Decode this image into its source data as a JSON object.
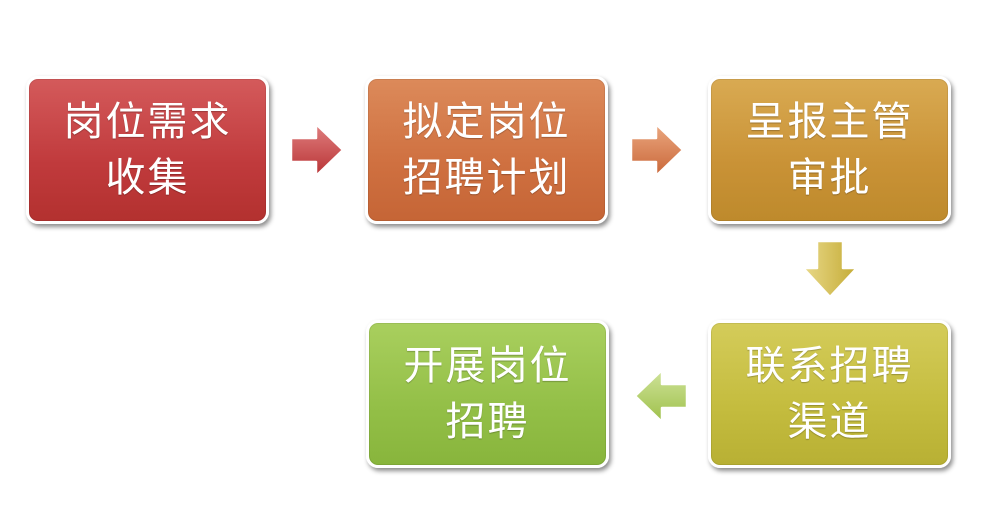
{
  "diagram": {
    "steps": [
      {
        "id": "box1",
        "label": "岗位需求\n收集",
        "color": "#c03a3c"
      },
      {
        "id": "box2",
        "label": "拟定岗位\n招聘计划",
        "color": "#cf7040"
      },
      {
        "id": "box3",
        "label": "呈报主管\n审批",
        "color": "#c99236"
      },
      {
        "id": "box4",
        "label": "联系招聘\n渠道",
        "color": "#c4bc3e"
      },
      {
        "id": "box5",
        "label": "开展岗位\n招聘",
        "color": "#93bf47"
      }
    ],
    "arrows": [
      {
        "from": "box1",
        "to": "box2",
        "direction": "right",
        "color": "#c0393a"
      },
      {
        "from": "box2",
        "to": "box3",
        "direction": "right",
        "color": "#cf7040"
      },
      {
        "from": "box3",
        "to": "box4",
        "direction": "down",
        "color": "#c9b43a"
      },
      {
        "from": "box4",
        "to": "box5",
        "direction": "left",
        "color": "#a6c55a"
      }
    ]
  }
}
